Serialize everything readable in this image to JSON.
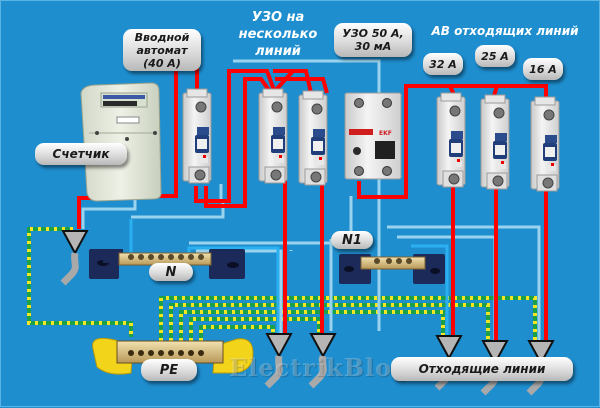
{
  "labels": {
    "input_breaker": "Вводной автомат (40 А)",
    "input_breaker_lines": [
      "Вводной",
      "автомат",
      "(40 А)"
    ],
    "rcd_multi_lines": [
      "УЗО на",
      "несколько",
      "линий"
    ],
    "rcd_50_lines": [
      "УЗО 50 А,",
      "30 мА"
    ],
    "outgoing_breakers_title": "АВ отходящих линий",
    "breaker_32": "32 А",
    "breaker_25": "25 А",
    "breaker_16": "16 А",
    "meter": "Счетчик",
    "neutral_bus": "N",
    "neutral_bus_1": "N1",
    "earth_bus": "PE",
    "outgoing_lines": "Отходящие линии"
  },
  "device_brand": "EKF",
  "watermark": "ElectrikBlog.ru",
  "colors": {
    "background": "#1e8ecf",
    "phase_wire": "#ff0000",
    "neutral_wire": "#9ad3ee",
    "neutral_wire_alt": "#2ab0f0",
    "earth_wire_green": "#1aa04a",
    "earth_wire_yellow": "#f5e625"
  }
}
